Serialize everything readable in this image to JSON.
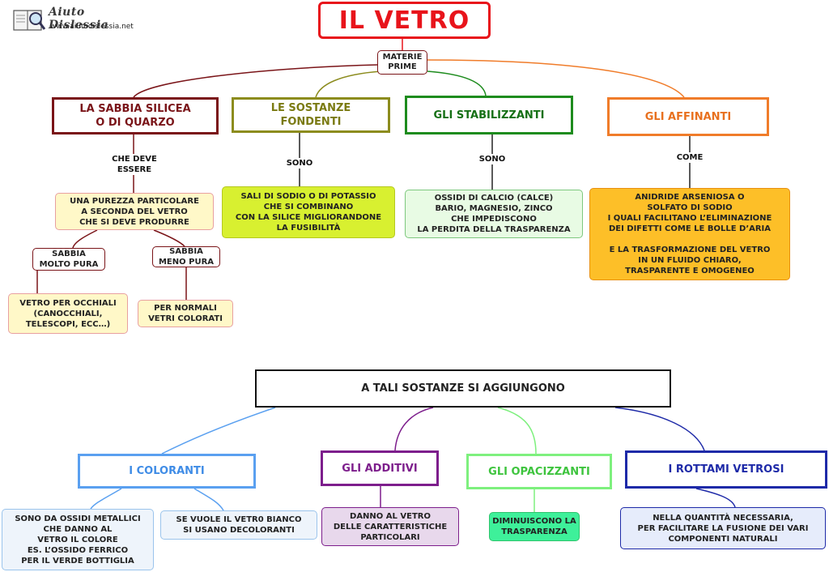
{
  "logo": {
    "name": "Aiuto Dislessia",
    "url": "www.aiutodislessia.net"
  },
  "title": "IL VETRO",
  "root": "MATERIE\nPRIME",
  "categories": {
    "sabbia": "LA SABBIA SILICEA\nO DI QUARZO",
    "fondenti": "LE SOSTANZE\nFONDENTI",
    "stabilizzanti": "GLI STABILIZZANTI",
    "affinanti": "GLI AFFINANTI"
  },
  "links": {
    "che_deve_essere": "CHE DEVE\nESSERE",
    "sono_1": "SONO",
    "sono_2": "SONO",
    "come": "COME"
  },
  "notes": {
    "purezza": "UNA PUREZZA PARTICOLARE\nA SECONDA DEL VETRO\nCHE SI DEVE PRODURRE",
    "sabbia_pura": "SABBIA\nMOLTO PURA",
    "sabbia_meno": "SABBIA\nMENO PURA",
    "occhiali": "VETRO PER OCCHIALI\n(CANOCCHIALI,\nTELESCOPI, ECC…)",
    "colorati": "PER NORMALI\nVETRI COLORATI",
    "sali": "SALI DI SODIO O DI POTASSIO\nCHE SI COMBINANO\nCON LA SILICE MIGLIORANDONE\nLA FUSIBILITÀ",
    "ossidi": "OSSIDI DI CALCIO (CALCE)\nBARIO, MAGNESIO, ZINCO\nCHE IMPEDISCONO\nLA PERDITA DELLA TRASPARENZA",
    "anidride": "ANIDRIDE ARSENIOSA O\nSOLFATO DI SODIO\nI QUALI FACILITANO L’ELIMINAZIONE\nDEI DIFETTI COME LE BOLLE D’ARIA\n\nE LA TRASFORMAZIONE DEL VETRO\nIN UN FLUIDO CHIARO,\nTRASPARENTE E OMOGENEO"
  },
  "second_root": "A TALI SOSTANZE SI AGGIUNGONO",
  "additions": {
    "coloranti": "I COLORANTI",
    "additivi": "GLI ADDITIVI",
    "opacizzanti": "GLI OPACIZZANTI",
    "rottami": "I ROTTAMI VETROSI"
  },
  "addition_notes": {
    "ossidi_metallici": "SONO DA OSSIDI METALLICI\nCHE DANNO AL\nVETRO IL COLORE\nES. L’OSSIDO FERRICO\nPER IL VERDE BOTTIGLIA",
    "decoloranti": "SE VUOLE IL VETR0 BIANCO\nSI USANO DECOLORANTI",
    "caratteristiche": "DANNO AL VETRO\nDELLE CARATTERISTICHE\nPARTICOLARI",
    "trasparenza": "DIMINUISCONO LA\nTRASPARENZA",
    "fusione": "NELLA QUANTITÀ NECESSARIA,\nPER FACILITARE LA FUSIONE DEI VARI\nCOMPONENTI NATURALI"
  },
  "colors": {
    "title": "#e8141b",
    "sabbia": "#7a1418",
    "fondenti": "#8c8c1e",
    "stabilizzanti": "#1e8c1e",
    "affinanti": "#f07c2a",
    "coloranti": "#5aa0f0",
    "additivi": "#7d1e8c",
    "opacizzanti": "#7ef07e",
    "rottami": "#1e2aa8"
  }
}
